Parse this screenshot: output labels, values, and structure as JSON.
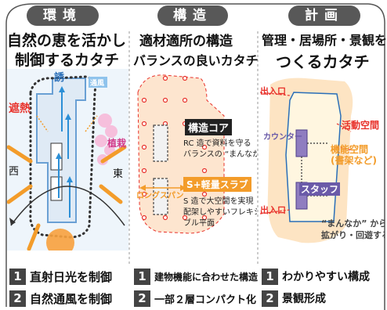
{
  "headers": {
    "environment": "環境",
    "structure": "構造",
    "plan": "計画"
  },
  "titles": {
    "col1_line1": "自然の恵を活かし",
    "col1_line2": "制御するカタチ",
    "col2_line1": "適材適所の構造",
    "col2_line2": "バランスの良いカタチ",
    "col3_line1": "管理・居場所・景観を",
    "col3_line2": "つくるカタチ"
  },
  "environment_labels": {
    "shading": "遮熱",
    "induce": "誘",
    "planting": "植栽",
    "west": "西",
    "east": "東",
    "tag": "通風"
  },
  "structure_labels": {
    "core_title": "構造コア",
    "core_desc_1": "RC 造で資料を守る",
    "core_desc_2": "バランスの “まんなか”",
    "slab_title": "S+軽量スラブ",
    "longspan": "ロングスパン",
    "slab_desc_1": "S 造で大空間を実現",
    "slab_desc_2": "配架しやすいフレキシ",
    "slab_desc_3": "ブル平面"
  },
  "plan_labels": {
    "entrance_top": "出入口",
    "entrance_bottom": "出入口",
    "counter": "カウンター",
    "active_space": "活動空間",
    "function_space_1": "機能空間",
    "function_space_2": "(書架など)",
    "staff": "スタッフ",
    "spread_1": "“まんなか” から",
    "spread_2": "拡がり・回遊する"
  },
  "bottom": {
    "col1": [
      {
        "num": "1",
        "text": "直射日光を制御"
      },
      {
        "num": "2",
        "text": "自然通風を制御"
      }
    ],
    "col2": [
      {
        "num": "1",
        "text": "建物機能に合わせた構造"
      },
      {
        "num": "2",
        "text": "一部２層コンパクト化"
      }
    ],
    "col3": [
      {
        "num": "1",
        "text": "わかりやすい構成"
      },
      {
        "num": "2",
        "text": "景観形成"
      }
    ]
  },
  "colors": {
    "accent_red": "#e8312a",
    "orange": "#f39c2a",
    "header_bg": "#585858",
    "purple": "#8f7dc0"
  }
}
